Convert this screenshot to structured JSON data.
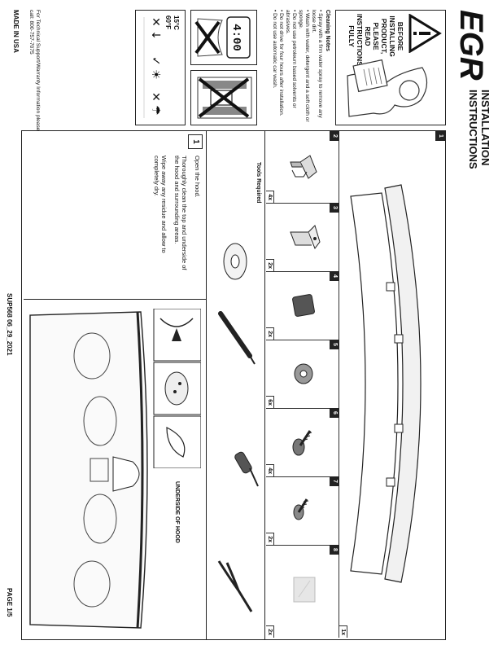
{
  "header": {
    "brand": "EGR",
    "title_line1": "INSTALLATION",
    "title_line2": "INSTRUCTIONS"
  },
  "warning": {
    "line1": "BEFORE",
    "line2": "INSTALLING",
    "line3": "PRODUCT,",
    "line4": "PLEASE READ",
    "line5": "INSTRUCTIONS",
    "line6": "FULLY"
  },
  "cleaning": {
    "title": "Cleaning Notes",
    "items": [
      "Spray with a firm water spray to remove any loose dirt.",
      "Wash with water, detergent and a soft cloth or sponge.",
      "Do not use petroleum based solvents or abrasives.",
      "Do not drive for four hours after installation.",
      "Do not use automatic car wash."
    ],
    "temp_c": "15°C",
    "temp_f": "60°F",
    "clock": "4:00"
  },
  "support": {
    "text_line1": "For Technical Support/Warranty Information please",
    "text_line2": "call: 800-757-7075",
    "made_in": "MADE IN USA"
  },
  "parts": [
    {
      "num": "1",
      "qty": "1x",
      "icon": "hood-deflector-icon"
    },
    {
      "num": "2",
      "qty": "4x",
      "icon": "clip-icon"
    },
    {
      "num": "3",
      "qty": "2x",
      "icon": "bracket-icon"
    },
    {
      "num": "4",
      "qty": "2x",
      "icon": "pad-icon"
    },
    {
      "num": "5",
      "qty": "6x",
      "icon": "washer-icon"
    },
    {
      "num": "6",
      "qty": "4x",
      "icon": "screw-icon"
    },
    {
      "num": "7",
      "qty": "2x",
      "icon": "bolt-icon"
    },
    {
      "num": "8",
      "qty": "2x",
      "icon": "alcohol-pad-icon"
    }
  ],
  "tools": {
    "label": "Tools Required",
    "items": [
      "tape-icon",
      "marker-icon",
      "screwdriver-icon",
      "pliers-icon"
    ]
  },
  "step1": {
    "num": "1",
    "line1": "Open the hood.",
    "line2": "Thoroughly clean the top and underside of",
    "line3": "the hood and surrounding areas.",
    "line4": "Wipe away any residue and allow to",
    "line5": "completely dry.",
    "hood_label": "UNDERSIDE OF HOOD"
  },
  "footer": {
    "code": "SUP568   06_29_2021",
    "page": "PAGE 1/5"
  }
}
